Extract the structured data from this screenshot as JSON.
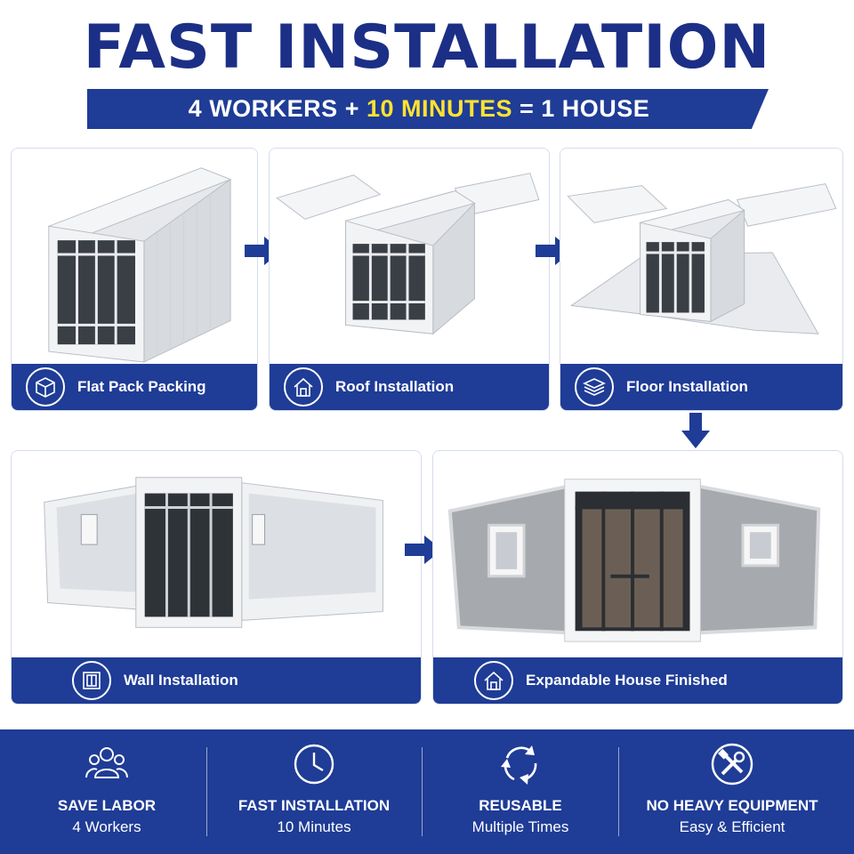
{
  "title": "FAST INSTALLATION",
  "banner": {
    "part1": "4 WORKERS + ",
    "highlight": "10 MINUTES",
    "part2": " = 1 HOUSE"
  },
  "steps": [
    {
      "label": "Flat Pack Packing",
      "icon": "box-icon"
    },
    {
      "label": "Roof Installation",
      "icon": "house-icon"
    },
    {
      "label": "Floor Installation",
      "icon": "layers-icon"
    },
    {
      "label": "Wall Installation",
      "icon": "wall-panel-icon"
    },
    {
      "label": "Expandable House Finished",
      "icon": "house-icon"
    }
  ],
  "features": [
    {
      "title": "SAVE LABOR",
      "subtitle": "4 Workers",
      "icon": "workers-icon"
    },
    {
      "title": "FAST INSTALLATION",
      "subtitle": "10 Minutes",
      "icon": "clock-icon"
    },
    {
      "title": "REUSABLE",
      "subtitle": "Multiple Times",
      "icon": "recycle-icon"
    },
    {
      "title": "NO HEAVY EQUIPMENT",
      "subtitle": "Easy & Efficient",
      "icon": "tools-icon"
    }
  ],
  "colors": {
    "brand_blue": "#1f3c96",
    "title_blue": "#1c2f86",
    "highlight_yellow": "#ffe331"
  }
}
